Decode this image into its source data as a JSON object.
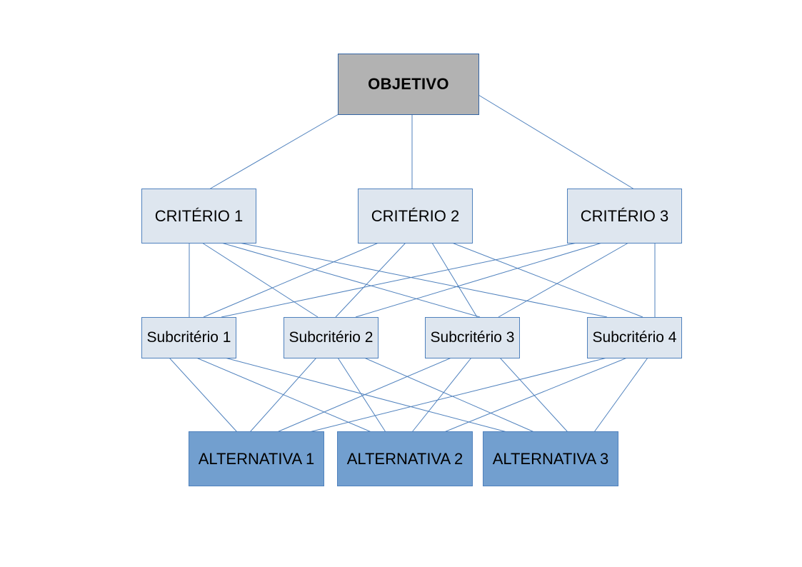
{
  "diagram": {
    "goal": "OBJETIVO",
    "criteria": [
      "CRITÉRIO 1",
      "CRITÉRIO 2",
      "CRITÉRIO 3"
    ],
    "subcriteria": [
      "Subcritério 1",
      "Subcritério 2",
      "Subcritério 3",
      "Subcritério 4"
    ],
    "alternatives": [
      "ALTERNATIVA 1",
      "ALTERNATIVA 2",
      "ALTERNATIVA 3"
    ]
  }
}
